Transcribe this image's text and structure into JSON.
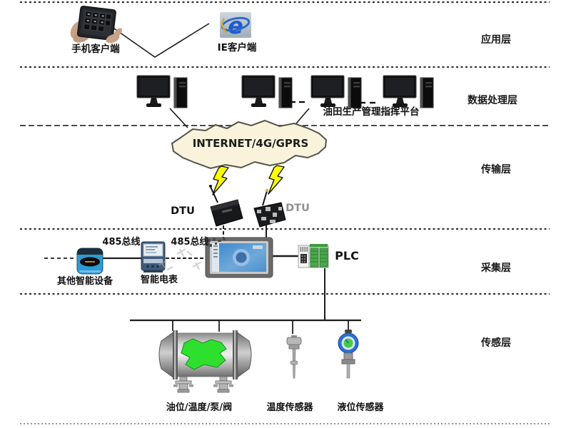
{
  "layers": {
    "application": "应用层",
    "data_processing": "数据处理层",
    "transmission": "传输层",
    "collection": "采集层",
    "sensing": "传感层"
  },
  "application": {
    "mobile_client": "手机客户端",
    "ie_client": "IE客户端"
  },
  "data_processing": {
    "platform": "油田生产管理指挥平台"
  },
  "transmission": {
    "cloud": "INTERNET/4G/GPRS",
    "dtu_left": "DTU",
    "dtu_right": "DTU"
  },
  "collection": {
    "bus_left": "485总线",
    "bus_right": "485总线",
    "other_devices": "其他智能设备",
    "smart_meter": "智能电表",
    "plc": "PLC"
  },
  "sensing": {
    "tank": "油位/温度/泵/阀",
    "temp_sensor": "温度传感器",
    "level_sensor": "液位传感器"
  },
  "colors": {
    "cloud_fill": "#f8f3da",
    "bolt_yellow": "#ffff00",
    "tank_green": "#2ee02e",
    "device_blue": "#2e9bd6",
    "line_color": "#1d1d1d"
  }
}
